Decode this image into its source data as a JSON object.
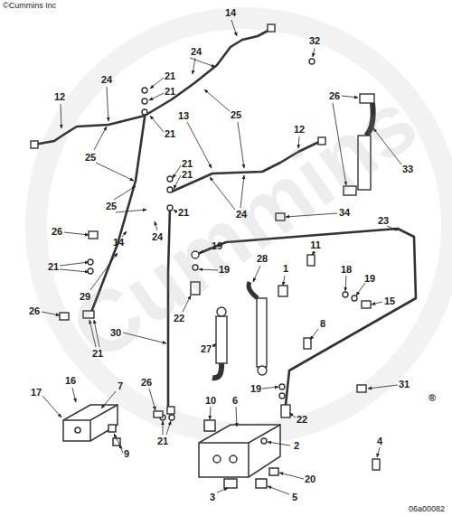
{
  "diagram": {
    "labels": [
      "©Cummins Inc",
      "Cummins",
      "14",
      "32",
      "24",
      "21",
      "24",
      "21",
      "12",
      "26",
      "25",
      "13",
      "21",
      "12",
      "25",
      "33",
      "21",
      "21",
      "25",
      "21",
      "24",
      "34",
      "23",
      "26",
      "24",
      "14",
      "19",
      "11",
      "21",
      "28",
      "1",
      "19",
      "18",
      "19",
      "29",
      "15",
      "26",
      "22",
      "30",
      "8",
      "21",
      "27",
      "16",
      "7",
      "26",
      "10",
      "6",
      "31",
      "19",
      "17",
      "22",
      "21",
      "9",
      "2",
      "4",
      "20",
      "3",
      "5",
      "®",
      "06a00082"
    ]
  }
}
